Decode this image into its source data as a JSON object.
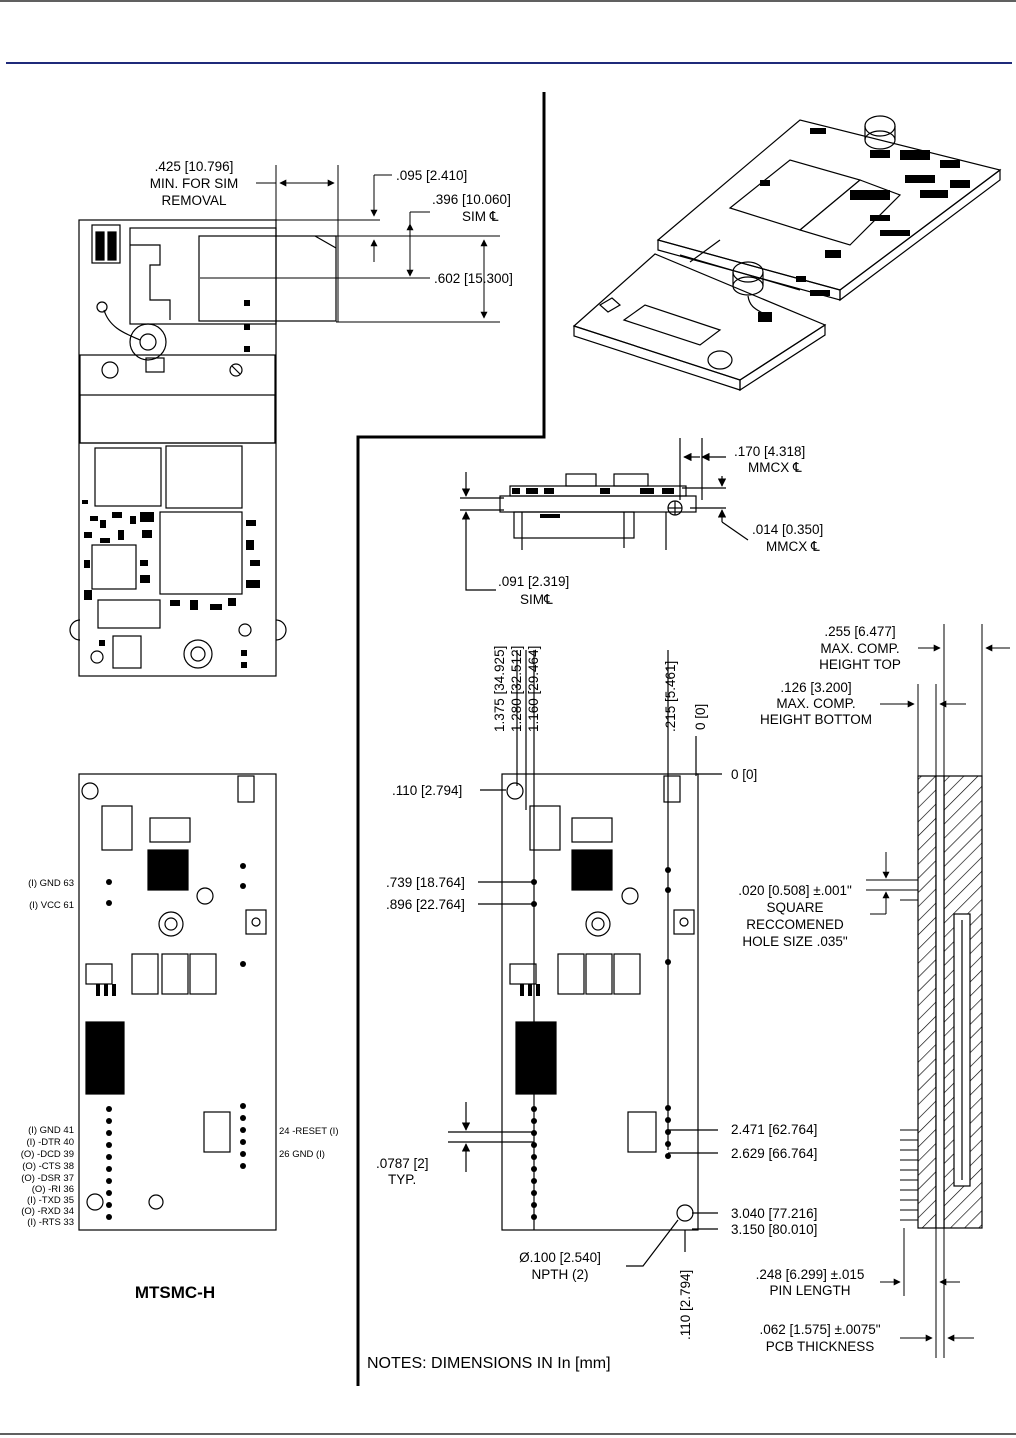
{
  "header_rule_color": "#1f2a7a",
  "notes": "NOTES: DIMENSIONS IN  In [mm]",
  "model_label": "MTSMC-H",
  "dims": {
    "sim_removal": [
      ".425 [10.796]",
      "MIN. FOR SIM",
      "REMOVAL"
    ],
    "d095": ".095 [2.410]",
    "d396": [
      ".396 [10.060]",
      "SIM ℄"
    ],
    "d602": ".602 [15.300]",
    "mmcx170": [
      ".170 [4.318]",
      "MMCX ℄"
    ],
    "mmcx014": [
      ".014 [0.350]",
      "MMCX ℄"
    ],
    "sim091": [
      ".091 [2.319]",
      "SIM℄"
    ],
    "top_comp": [
      ".255 [6.477]",
      "MAX. COMP.",
      "HEIGHT TOP"
    ],
    "bottom_comp": [
      ".126 [3.200]",
      "MAX. COMP.",
      "HEIGHT BOTTOM"
    ],
    "vertical_top": [
      "1.375 [34.925]",
      "1.280 [32.512]",
      "1.160 [29.464]",
      ".215 [5.461]",
      "0 [0]"
    ],
    "zero_h": "0 [0]",
    "d110": ".110 [2.794]",
    "d739": ".739 [18.764]",
    "d896": ".896 [22.764]",
    "square": [
      ".020 [0.508] ±.001\"",
      "SQUARE",
      "RECCOMENED",
      "HOLE SIZE .035\""
    ],
    "d2471": "2.471 [62.764]",
    "d2629": "2.629 [66.764]",
    "d0787": [
      ".0787 [2]",
      "TYP."
    ],
    "d3040": "3.040 [77.216]",
    "d3150": "3.150 [80.010]",
    "npth": [
      "Ø.100 [2.540]",
      "NPTH (2)"
    ],
    "d110v": ".110 [2.794]",
    "pin_length": [
      ".248 [6.299]  ±.015",
      "PIN LENGTH"
    ],
    "pcb_thick": [
      ".062 [1.575] ±.0075\"",
      "PCB THICKNESS"
    ]
  },
  "pins_left": [
    "(I) GND  63",
    "(I) VCC  61",
    "(I) GND  41",
    "(I) -DTR  40",
    "(O) -DCD  39",
    "(O) -CTS  38",
    "(O) -DSR  37",
    "(O) -RI  36",
    "(I) -TXD  35",
    "(O) -RXD  34",
    "(I) -RTS  33"
  ],
  "pins_right": [
    "24 -RESET (I)",
    "26 GND (I)"
  ]
}
